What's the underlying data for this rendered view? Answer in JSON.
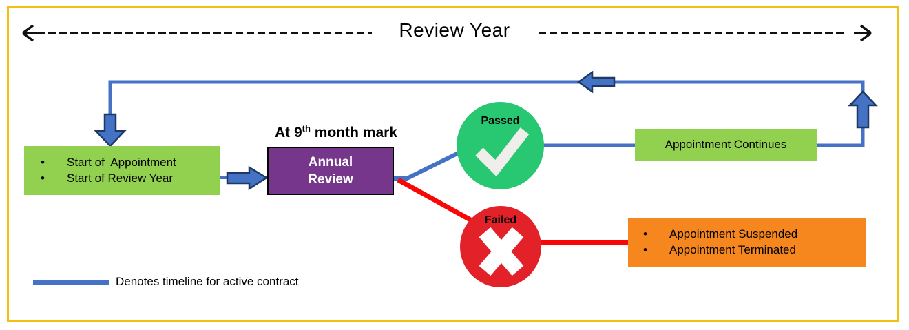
{
  "diagram": {
    "title": "Review Year",
    "milestone": {
      "prefix": "At 9",
      "sup": "th",
      "suffix": " month mark"
    },
    "nodes": {
      "start": {
        "items": [
          "Start of  Appointment",
          "Start of Review Year"
        ]
      },
      "annual_review": {
        "line1": "Annual",
        "line2": "Review"
      },
      "passed": {
        "label": "Passed"
      },
      "failed": {
        "label": "Failed"
      },
      "continues": {
        "label": "Appointment Continues"
      },
      "outcomes": {
        "items": [
          "Appointment Suspended",
          "Appointment Terminated"
        ]
      }
    },
    "legend": {
      "label": "Denotes timeline for active contract"
    },
    "colors": {
      "frame_border": "#F2C011",
      "timeline_blue": "#4472C4",
      "block_arrow_outline": "#1F3864",
      "light_green_box": "#92D050",
      "purple_box": "#76368C",
      "pass_green": "#27C871",
      "fail_red_circle": "#E32129",
      "fail_red_line": "#F90606",
      "orange_box": "#F6871F",
      "check_white": "#EFEEEA",
      "cross_white": "#FFFFFF"
    }
  }
}
